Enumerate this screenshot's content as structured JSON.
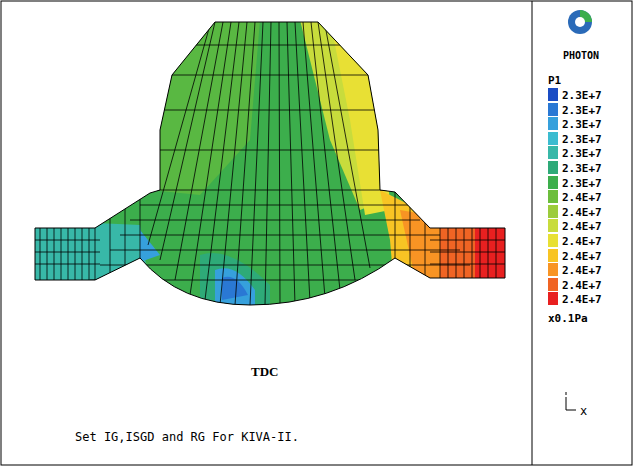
{
  "diagram": {
    "labels": [
      "PHOTON",
      "P1",
      "x0.1Pa",
      "x",
      "TDC",
      "Set IG,ISGD and RG For KIVA-II."
    ],
    "legend": [
      {
        "text": "2.3E+7",
        "color": "#1a4cc4"
      },
      {
        "text": "2.3E+7",
        "color": "#2a78d4"
      },
      {
        "text": "2.3E+7",
        "color": "#36a0dc"
      },
      {
        "text": "2.3E+7",
        "color": "#3cbcd0"
      },
      {
        "text": "2.3E+7",
        "color": "#38b8a8"
      },
      {
        "text": "2.3E+7",
        "color": "#2eaa78"
      },
      {
        "text": "2.3E+7",
        "color": "#3cae4c"
      },
      {
        "text": "2.4E+7",
        "color": "#6cbe3c"
      },
      {
        "text": "2.4E+7",
        "color": "#9ccc3c"
      },
      {
        "text": "2.4E+7",
        "color": "#c8dc3c"
      },
      {
        "text": "2.4E+7",
        "color": "#e8e034"
      },
      {
        "text": "2.4E+7",
        "color": "#f8c424"
      },
      {
        "text": "2.4E+7",
        "color": "#f89424"
      },
      {
        "text": "2.4E+7",
        "color": "#f06424"
      },
      {
        "text": "2.4E+7",
        "color": "#e82020"
      }
    ]
  }
}
